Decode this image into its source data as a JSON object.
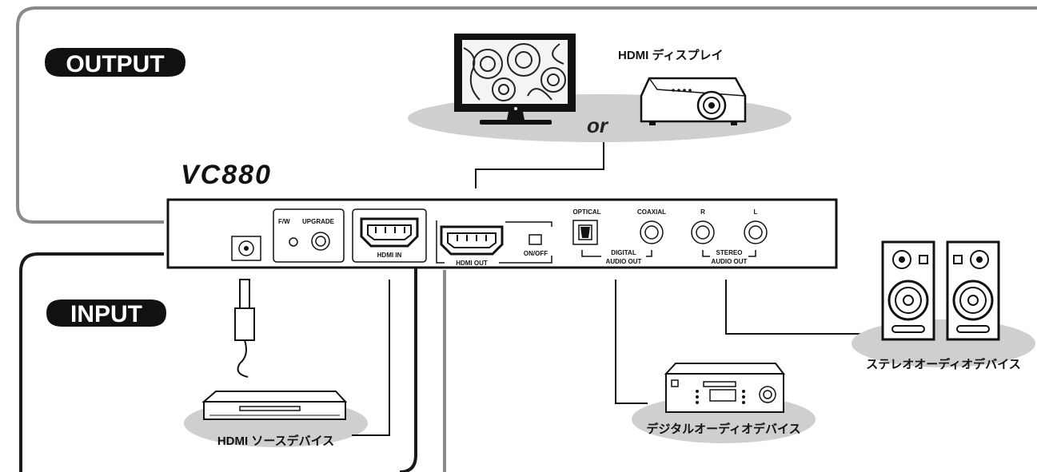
{
  "output_badge": "OUTPUT",
  "input_badge": "INPUT",
  "model_name": "VC880",
  "or_text": "or",
  "hdmi_display_label": "HDMI ディスプレイ",
  "source_label": "HDMI ソースデバイス",
  "digital_audio_label": "デジタルオーディオデバイス",
  "stereo_audio_label": "ステレオオーディオデバイス",
  "panel": {
    "fw_label": "F/W",
    "upgrade_label": "UPGRADE",
    "hdmi_in_label": "HDMI IN",
    "hdmi_out_label": "HDMI OUT",
    "on_off_label": "ON/OFF",
    "optical_label": "OPTICAL",
    "coaxial_label": "COAXIAL",
    "digital_audio_out_1": "DIGITAL",
    "digital_audio_out_2": "AUDIO OUT",
    "r_label": "R",
    "l_label": "L",
    "stereo_audio_out_1": "STEREO",
    "stereo_audio_out_2": "AUDIO OUT"
  },
  "colors": {
    "output_frame": "#8a8a8a",
    "input_frame": "#1a1a1a",
    "shadow": "#cfcfcf",
    "badge": "#111111"
  }
}
